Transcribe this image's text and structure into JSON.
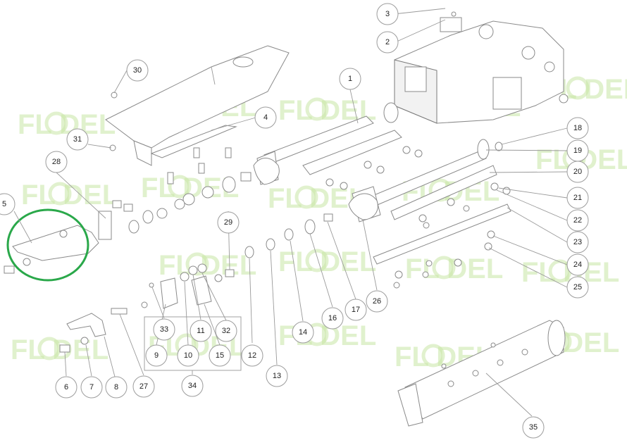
{
  "diagram": {
    "watermark_text": "FL DEL",
    "highlight_color": "#2aa84a",
    "watermark_color": "#c8e6a6",
    "callouts": [
      "1",
      "2",
      "3",
      "4",
      "5",
      "6",
      "7",
      "8",
      "9",
      "10",
      "11",
      "12",
      "13",
      "14",
      "15",
      "16",
      "17",
      "18",
      "19",
      "20",
      "21",
      "22",
      "23",
      "24",
      "25",
      "26",
      "27",
      "28",
      "29",
      "30",
      "31",
      "32",
      "33",
      "34",
      "35"
    ]
  }
}
